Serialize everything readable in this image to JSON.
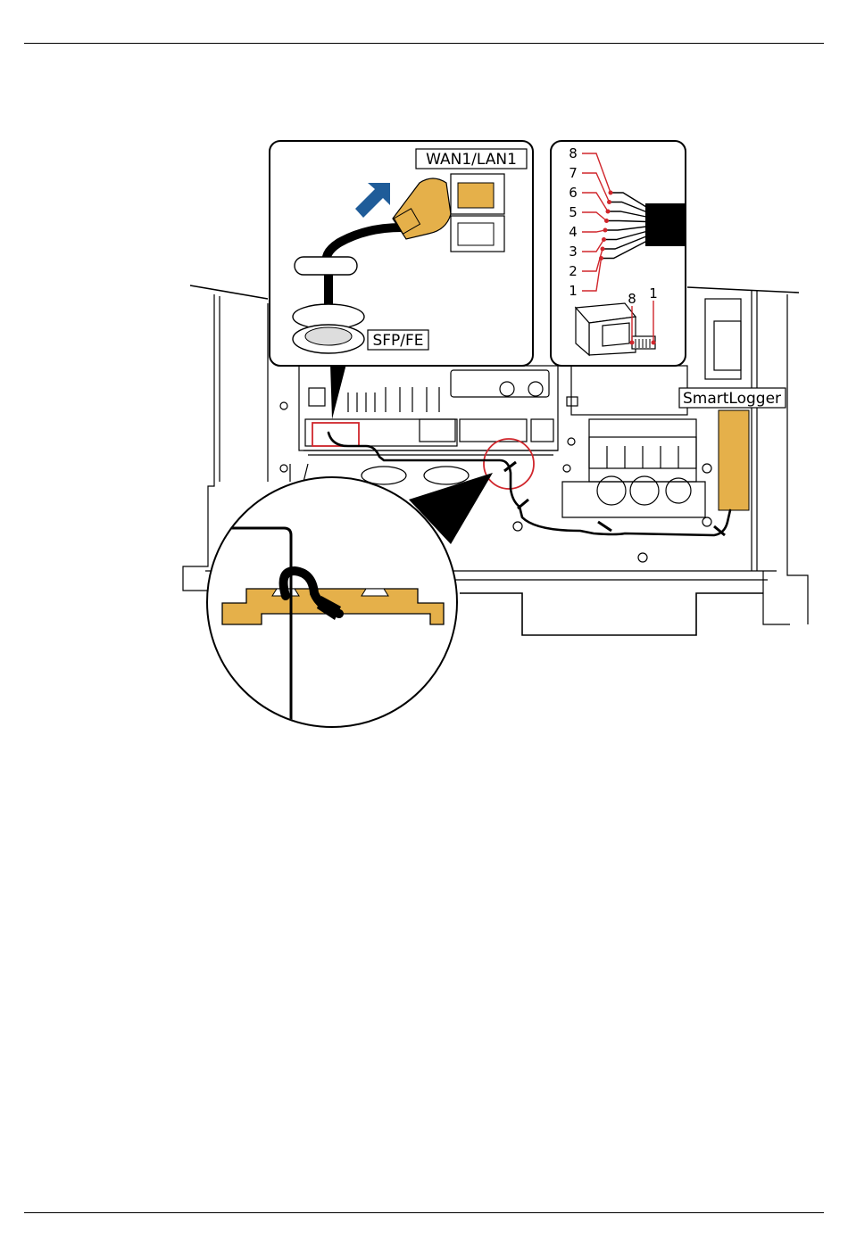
{
  "figure": {
    "port_label_top": "WAN1/LAN1",
    "port_label_bottom": "SFP/FE",
    "device_label": "SmartLogger",
    "pin_numbers": [
      "8",
      "7",
      "6",
      "5",
      "4",
      "3",
      "2",
      "1"
    ],
    "connector_pin_high": "8",
    "connector_pin_low": "1"
  },
  "colors": {
    "accent_orange": "#E5B04A",
    "accent_red": "#D0262C",
    "arrow_blue": "#1F5C99",
    "line": "#000000"
  }
}
